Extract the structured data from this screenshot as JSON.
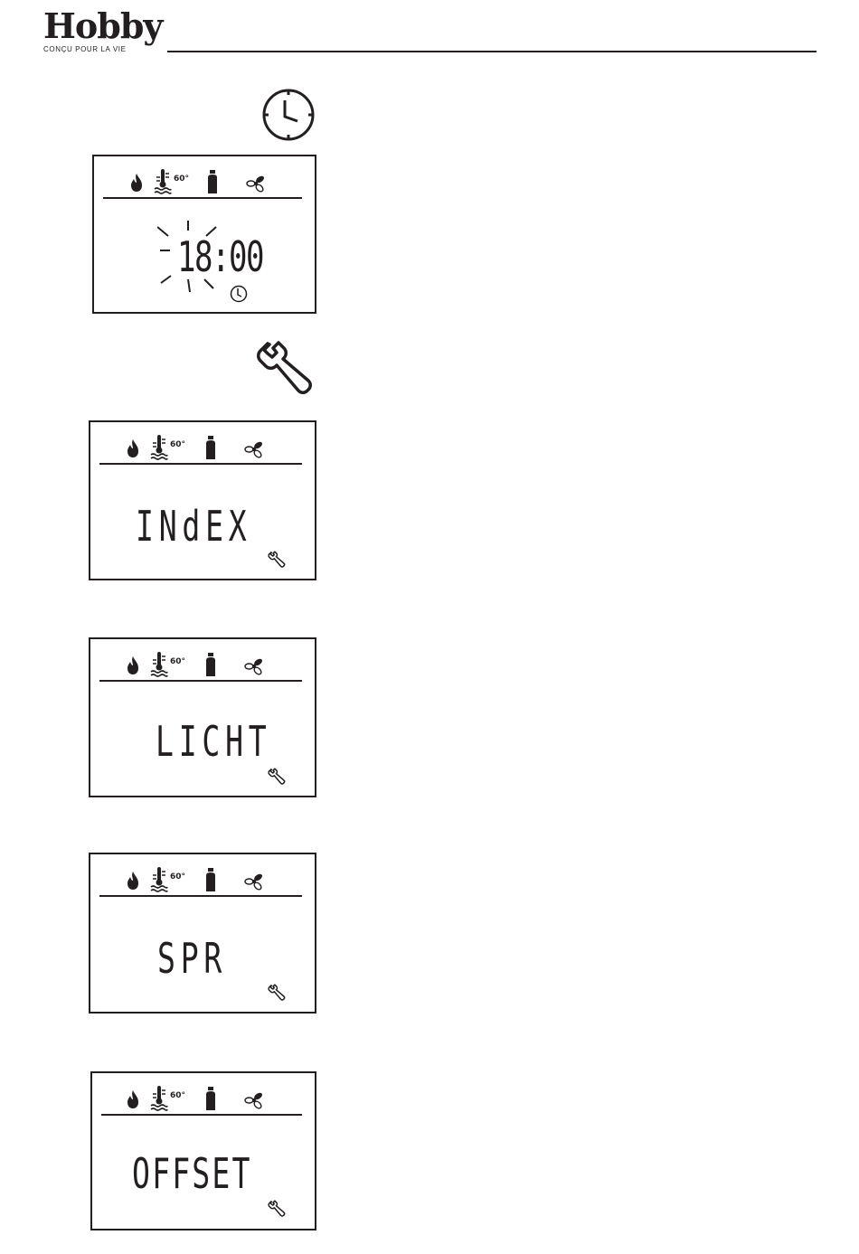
{
  "brand": {
    "name": "Hobby",
    "tagline": "CONÇU POUR LA VIE"
  },
  "icons": {
    "clock": "clock-icon",
    "wrench": "wrench-icon",
    "flame": "flame-icon",
    "thermometer": "water-thermometer-icon",
    "gas_bottle": "gas-bottle-icon",
    "fan": "fan-icon"
  },
  "colors": {
    "ink": "#231f20",
    "background": "#ffffff"
  },
  "displays": [
    {
      "temperature": "60°",
      "text": "18:00",
      "indicator": "clock-icon",
      "blinking": true
    },
    {
      "temperature": "60°",
      "text": "INdEX",
      "indicator": "wrench-icon",
      "blinking": false
    },
    {
      "temperature": "60°",
      "text": "LICHT",
      "indicator": "wrench-icon",
      "blinking": false
    },
    {
      "temperature": "60°",
      "text": "SPR",
      "indicator": "wrench-icon",
      "blinking": false
    },
    {
      "temperature": "60°",
      "text": "OFFSET",
      "indicator": "wrench-icon",
      "blinking": false
    }
  ]
}
